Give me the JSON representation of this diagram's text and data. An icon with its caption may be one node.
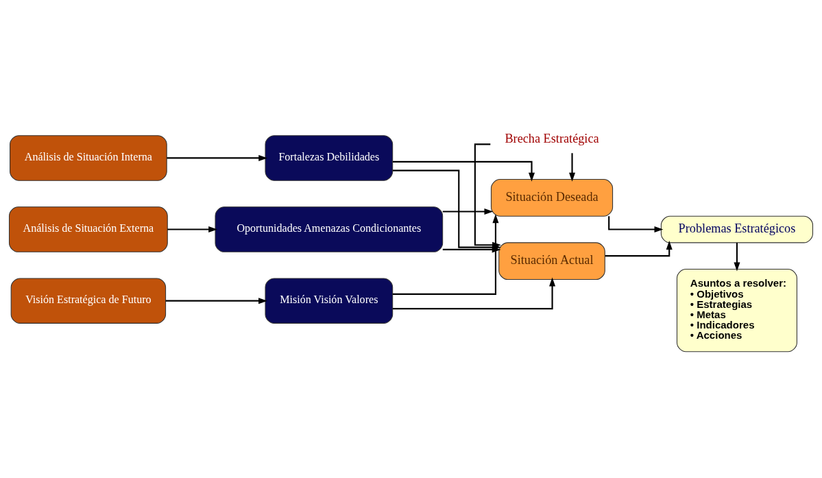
{
  "diagram": {
    "nodes": [
      {
        "text": [
          "Análisis de Situación Interna"
        ]
      },
      {
        "text": [
          "Fortalezas Debilidades"
        ]
      },
      {
        "text": [
          "Análisis de Situación Externa"
        ]
      },
      {
        "text": [
          "Oportunidades Amenazas Condicionantes"
        ]
      },
      {
        "text": [
          "Visión Estratégica de Futuro"
        ]
      },
      {
        "text": [
          "Misión Visión Valores"
        ]
      },
      {
        "text": [
          "Situación Actual"
        ]
      },
      {
        "text": [
          "Brecha Estratégica"
        ]
      },
      {
        "text": [
          "Situación Deseada"
        ]
      },
      {
        "text": [
          "Problemas Estratégicos"
        ]
      },
      {
        "text": [
          "Asuntos a resolver:",
          "• Objetivos",
          "• Estrategias",
          "• Metas",
          "• Indicadores",
          "• Acciones"
        ]
      }
    ],
    "edges": [
      {
        "from": 0,
        "to": 1,
        "arrow": "to"
      },
      {
        "from": 2,
        "to": 3,
        "arrow": "to"
      },
      {
        "from": 4,
        "to": 5,
        "arrow": "to"
      },
      {
        "from": 1,
        "to": 6,
        "arrow": "to"
      },
      {
        "from": 1,
        "to": 8,
        "arrow": "to"
      },
      {
        "from": 3,
        "to": 6,
        "arrow": "to"
      },
      {
        "from": 3,
        "to": 8,
        "arrow": "to"
      },
      {
        "from": 5,
        "to": 6,
        "arrow": "to"
      },
      {
        "from": 5,
        "to": 8,
        "arrow": "to"
      },
      {
        "from": 7,
        "to": 6,
        "arrow": "to"
      },
      {
        "from": 7,
        "to": 8,
        "arrow": "to"
      },
      {
        "from": 6,
        "to": 9,
        "arrow": "to"
      },
      {
        "from": 8,
        "to": 9,
        "arrow": "to"
      },
      {
        "from": 9,
        "to": 10,
        "arrow": "to"
      }
    ]
  }
}
